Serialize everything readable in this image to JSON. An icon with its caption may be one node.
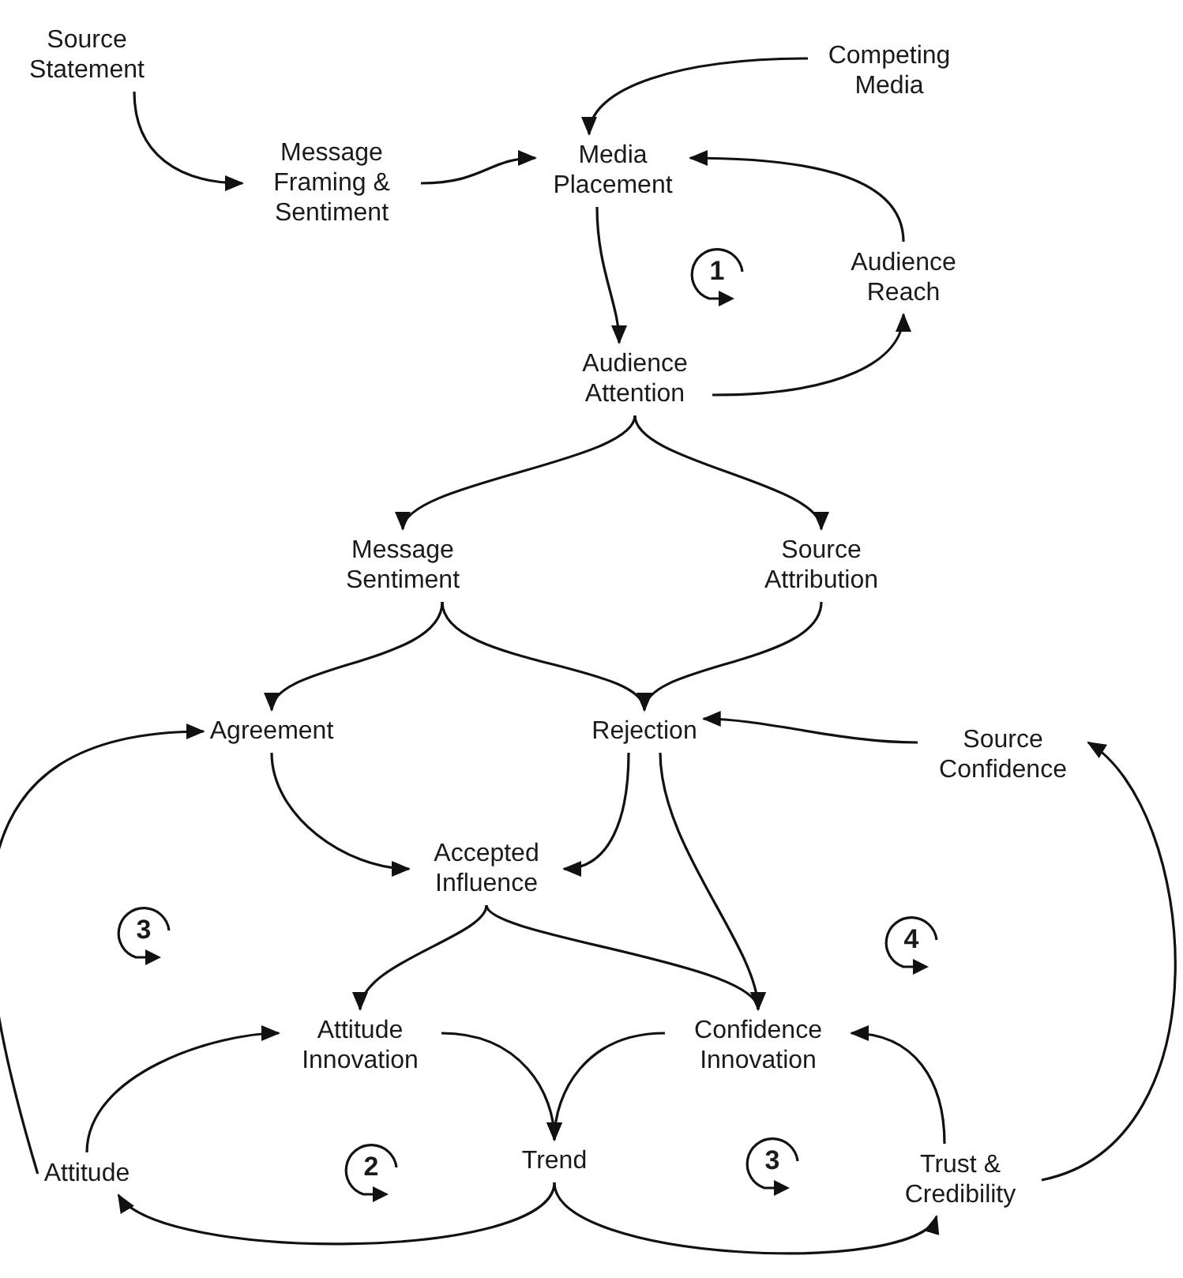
{
  "diagram": {
    "nodes": [
      {
        "text": [
          "Source Statement"
        ]
      },
      {
        "text": [
          "Competing Media"
        ]
      },
      {
        "text": [
          "Message Framing & Sentiment"
        ]
      },
      {
        "text": [
          "Media Placement"
        ]
      },
      {
        "text": [
          "Audience Reach"
        ]
      },
      {
        "text": [
          "Audience Attention"
        ]
      },
      {
        "text": [
          "Message Sentiment"
        ]
      },
      {
        "text": [
          "Source Attribution"
        ]
      },
      {
        "text": [
          "Agreement"
        ]
      },
      {
        "text": [
          "Rejection"
        ]
      },
      {
        "text": [
          "Source Confidence"
        ]
      },
      {
        "text": [
          "Accepted Influence"
        ]
      },
      {
        "text": [
          "Attitude Innovation"
        ]
      },
      {
        "text": [
          "Confidence Innovation"
        ]
      },
      {
        "text": [
          "Attitude"
        ]
      },
      {
        "text": [
          "Trend"
        ]
      },
      {
        "text": [
          "Trust & Credibility"
        ]
      }
    ],
    "edges": [
      {
        "from": 0,
        "to": 2,
        "arrow": "to"
      },
      {
        "from": 2,
        "to": 3,
        "arrow": "to"
      },
      {
        "from": 1,
        "to": 3,
        "arrow": "to"
      },
      {
        "from": 3,
        "to": 5,
        "arrow": "to"
      },
      {
        "from": 5,
        "to": 4,
        "arrow": "to"
      },
      {
        "from": 4,
        "to": 3,
        "arrow": "to"
      },
      {
        "from": 5,
        "to": 6,
        "arrow": "to"
      },
      {
        "from": 5,
        "to": 7,
        "arrow": "to"
      },
      {
        "from": 6,
        "to": 8,
        "arrow": "to"
      },
      {
        "from": 6,
        "to": 9,
        "arrow": "to"
      },
      {
        "from": 7,
        "to": 9,
        "arrow": "to"
      },
      {
        "from": 8,
        "to": 11,
        "arrow": "to"
      },
      {
        "from": 9,
        "to": 11,
        "arrow": "to"
      },
      {
        "from": 9,
        "to": 13,
        "arrow": "to"
      },
      {
        "from": 11,
        "to": 12,
        "arrow": "to"
      },
      {
        "from": 11,
        "to": 13,
        "arrow": "to"
      },
      {
        "from": 12,
        "to": 15,
        "arrow": "to"
      },
      {
        "from": 13,
        "to": 15,
        "arrow": "to"
      },
      {
        "from": 14,
        "to": 12,
        "arrow": "to"
      },
      {
        "from": 14,
        "to": 8,
        "arrow": "to"
      },
      {
        "from": 15,
        "to": 14,
        "arrow": "to"
      },
      {
        "from": 15,
        "to": 16,
        "arrow": "to"
      },
      {
        "from": 16,
        "to": 13,
        "arrow": "to"
      },
      {
        "from": 16,
        "to": 10,
        "arrow": "to"
      },
      {
        "from": 10,
        "to": 9,
        "arrow": "to"
      }
    ],
    "labels": [
      "1",
      "3",
      "4",
      "2",
      "3"
    ]
  }
}
